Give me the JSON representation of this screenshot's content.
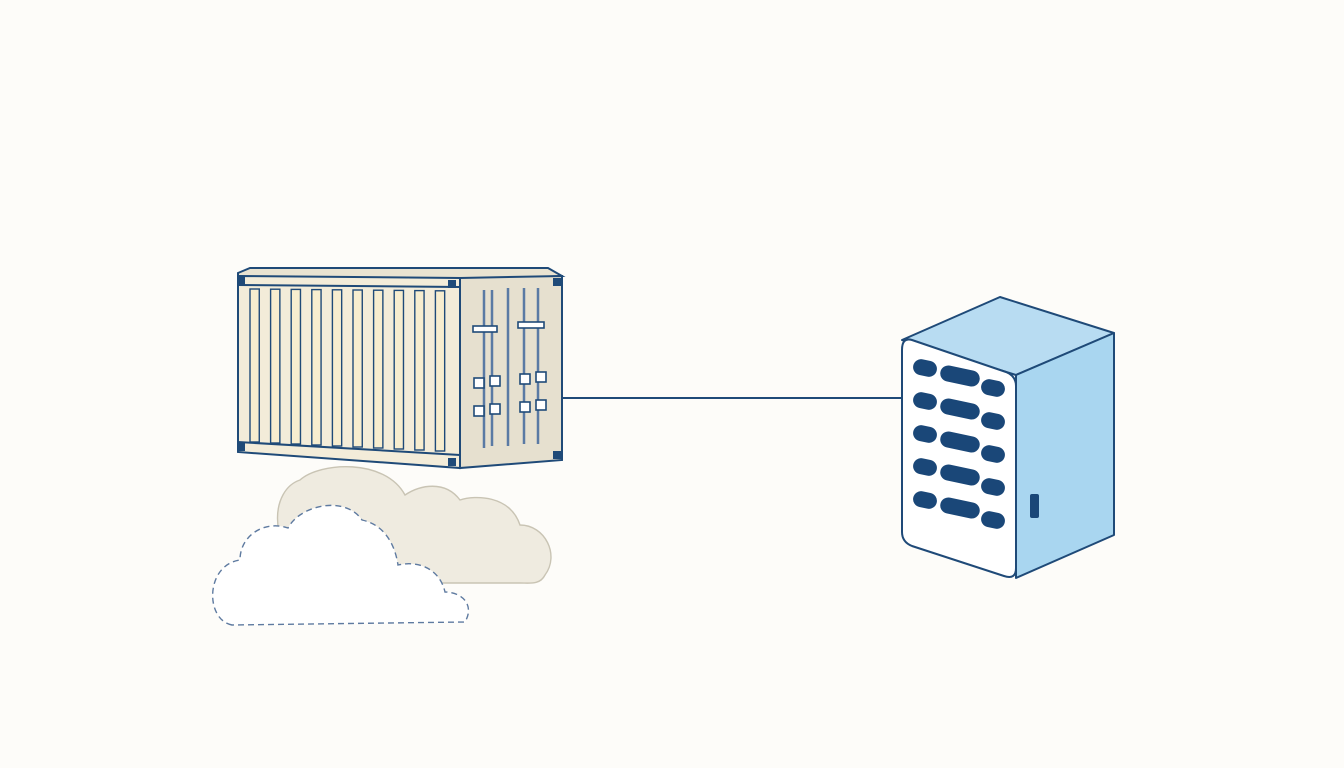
{
  "diagram": {
    "nodes": [
      {
        "id": "container",
        "kind": "shipping-container-icon"
      },
      {
        "id": "cloud",
        "kind": "cloud-icon"
      },
      {
        "id": "server",
        "kind": "server-icon"
      }
    ],
    "edges": [
      {
        "from": "container",
        "to": "server",
        "style": "solid"
      }
    ]
  },
  "colors": {
    "background": "#fdfcf9",
    "stroke": "#1f4a78",
    "container_face": "#f3ecd9",
    "container_stripe": "#f7edcf",
    "container_door": "#e6e0cf",
    "cloud_fill": "#efebe0",
    "server_light": "#a9d6f0",
    "server_top": "#b8dcf2",
    "server_front": "#ffffff",
    "server_led": "#1a4778"
  }
}
